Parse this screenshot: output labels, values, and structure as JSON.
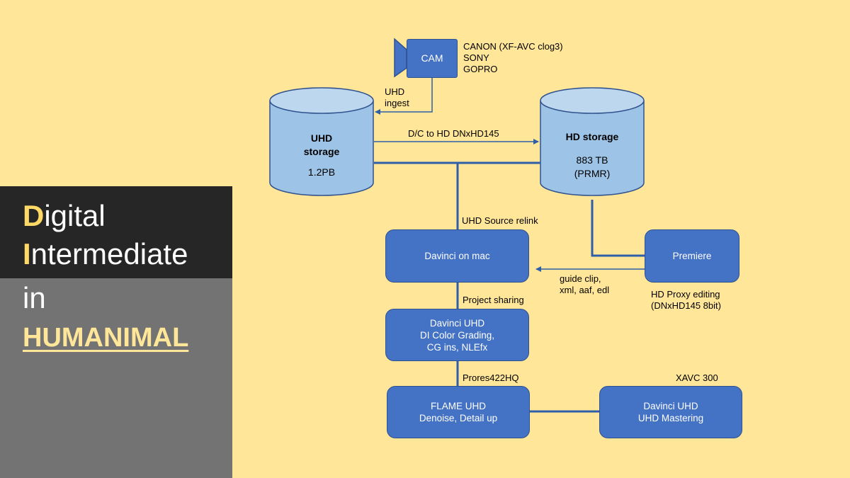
{
  "title": {
    "line1_cap": "D",
    "line1_rest": "igital",
    "line2_cap": "I",
    "line2_rest": "ntermediate",
    "line3": "in",
    "line4": "HUMANIMAL"
  },
  "nodes": {
    "cam": "CAM",
    "uhd_storage": {
      "name_line1": "UHD",
      "name_line2": "storage",
      "size": "1.2PB"
    },
    "hd_storage": {
      "name": "HD storage",
      "size": "883 TB",
      "sub": "(PRMR)"
    },
    "davinci_mac": "Davinci on mac",
    "premiere": "Premiere",
    "davinci_uhd_grading": {
      "line1": "Davinci UHD",
      "line2": "DI Color Grading,",
      "line3": "CG ins, NLEfx"
    },
    "flame": {
      "line1": "FLAME UHD",
      "line2": "Denoise, Detail up"
    },
    "davinci_uhd_mastering": {
      "line1": "Davinci UHD",
      "line2": "UHD Mastering"
    }
  },
  "labels": {
    "cameras": [
      "CANON (XF-AVC clog3)",
      "SONY",
      "GOPRO"
    ],
    "uhd_ingest": [
      "UHD",
      "ingest"
    ],
    "dc_to_hd": "D/C to HD DNxHD145",
    "uhd_source_relink": "UHD Source relink",
    "guide_clip": [
      "guide clip,",
      "xml, aaf, edl"
    ],
    "hd_proxy": [
      "HD Proxy editing",
      "(DNxHD145 8bit)"
    ],
    "project_sharing": "Project sharing",
    "prores": "Prores422HQ",
    "xavc": "XAVC 300"
  },
  "colors": {
    "background": "#ffe699",
    "box_fill": "#4472c4",
    "cylinder_fill": "#9dc3e6",
    "line": "#2e5fa8",
    "title_dark": "#262626",
    "title_gray": "#737373",
    "title_accent": "#ffd966"
  }
}
